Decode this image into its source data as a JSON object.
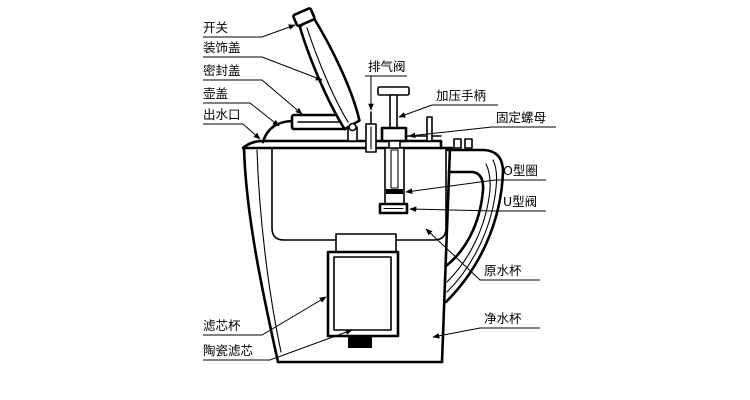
{
  "labels": {
    "switch": "开关",
    "decorative_cover": "装饰盖",
    "sealing_cover": "密封盖",
    "pot_lid": "壶盖",
    "water_outlet": "出水口",
    "filter_cup": "滤芯杯",
    "ceramic_filter": "陶瓷滤芯",
    "exhaust_valve": "排气阀",
    "pressure_handle": "加压手柄",
    "fixing_nut": "固定螺母",
    "o_ring": "O型圈",
    "u_valve": "U型阀",
    "raw_water_cup": "原水杯",
    "clean_water_cup": "净水杯"
  },
  "colors": {
    "line": "#000000",
    "background": "#ffffff"
  }
}
